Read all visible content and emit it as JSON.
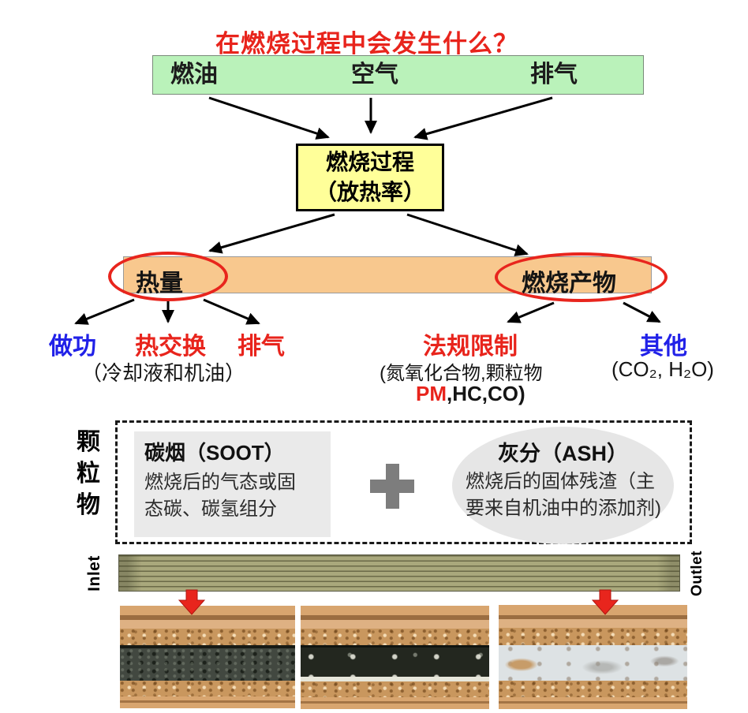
{
  "title": "在燃烧过程中会发生什么？",
  "colors": {
    "red": "#e8241c",
    "blue": "#2121e8",
    "green_box": "#baf2ba",
    "yellow_box": "#ffff99",
    "orange_bar": "#f8c88e",
    "panel_gray": "#eaeaea"
  },
  "inputs_bar": {
    "items": [
      {
        "label": "燃油"
      },
      {
        "label": "空气"
      },
      {
        "label": "排气"
      }
    ]
  },
  "process_box": {
    "line1": "燃烧过程",
    "line2": "（放热率）"
  },
  "outputs": {
    "heat_label": "热量",
    "products_label": "燃烧产物"
  },
  "heat_branch": {
    "work": "做功",
    "heat_exchange": "热交换",
    "exhaust": "排气",
    "note": "（冷却液和机油）"
  },
  "products_branch": {
    "regulated_label": "法规限制",
    "regulated_detail_line1": "(氮氧化合物,颗粒物",
    "regulated_detail_pm": "PM",
    "regulated_detail_rest": ",HC,CO)",
    "other_label": "其他",
    "other_detail": "(CO₂, H₂O)"
  },
  "pm_section": {
    "side_label": [
      "颗",
      "粒",
      "物"
    ],
    "soot": {
      "title": "碳烟（SOOT）",
      "desc_line1": "燃烧后的气态或固",
      "desc_line2": "态碳、碳氢组分"
    },
    "ash": {
      "title": "灰分（ASH）",
      "desc_line1": "燃烧后的固体残渣（主",
      "desc_line2": "要来自机油中的添加剂)"
    }
  },
  "filter_photo": {
    "inlet": "Inlet",
    "outlet": "Outlet"
  }
}
